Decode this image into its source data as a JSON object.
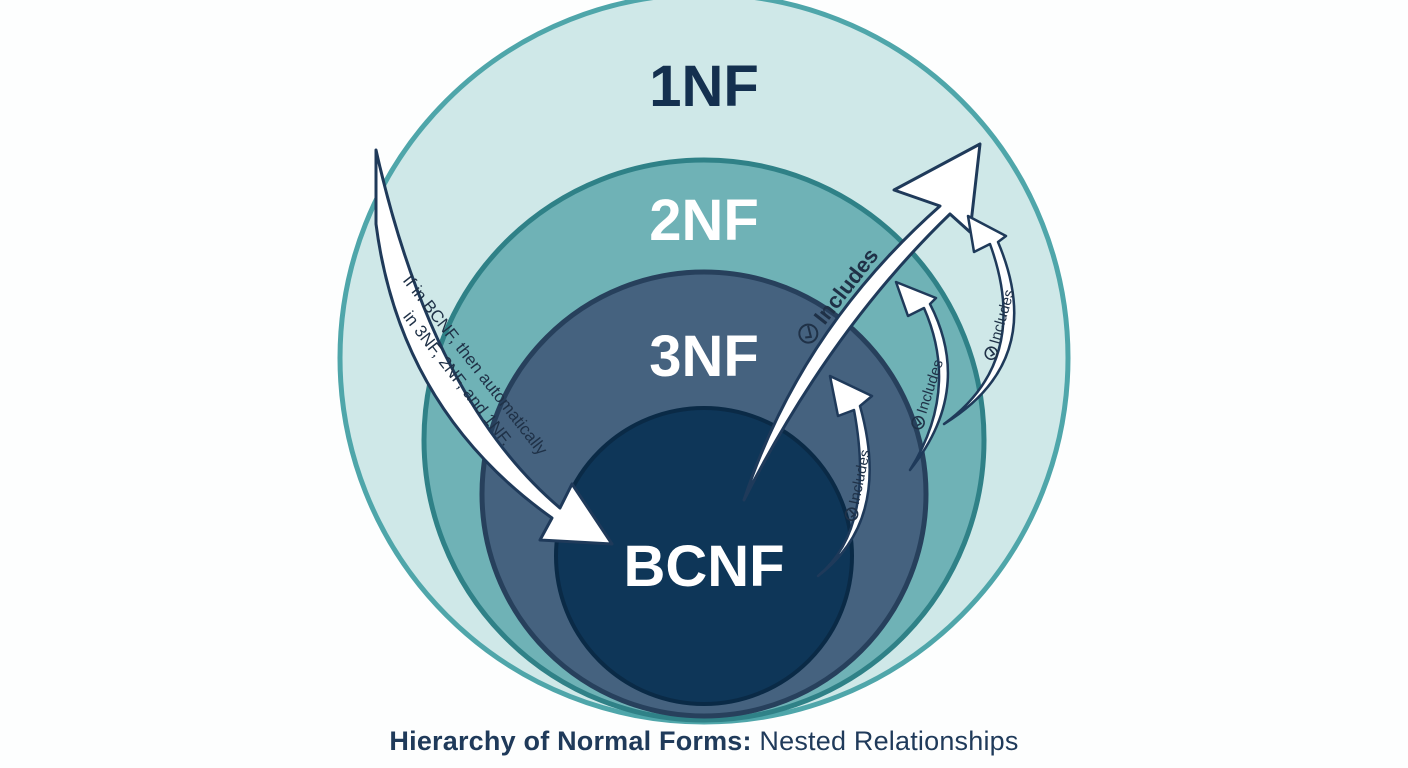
{
  "diagram": {
    "levels": [
      {
        "label": "1NF"
      },
      {
        "label": "2NF"
      },
      {
        "label": "3NF"
      },
      {
        "label": "BCNF"
      }
    ],
    "left_arrow_lines": [
      "If in BCNF, then automatically",
      "in 3NF, 2NF, and 1NF."
    ],
    "includes_labels": [
      "Includes",
      "Includes",
      "Includes",
      "Includes"
    ],
    "colors": {
      "level_1nf": "#cfe8e8",
      "level_2nf": "#6fb2b6",
      "level_3nf": "#45627f",
      "level_bcnf": "#0e3658",
      "ring": "#3f9aa0",
      "arrow_fill": "#ffffff",
      "arrow_stroke": "#1f3a5a",
      "label_dark": "#14304f",
      "label_light": "#ffffff"
    }
  },
  "caption": {
    "strong": "Hierarchy of Normal Forms:",
    "rest": "Nested Relationships"
  }
}
